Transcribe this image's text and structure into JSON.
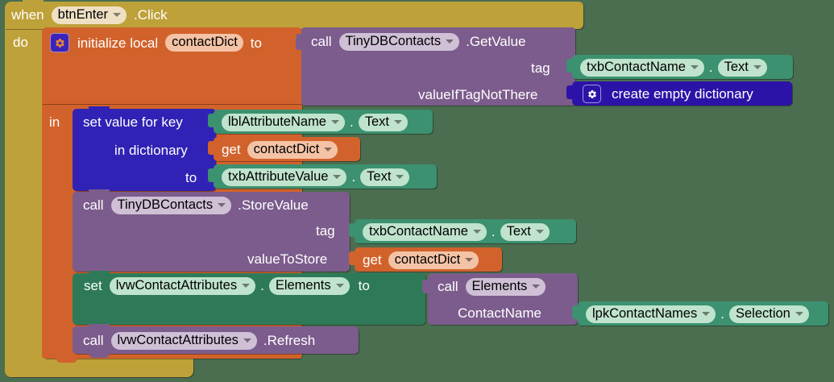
{
  "workspace": {
    "background_color": "#4a6e4f",
    "title": "MIT App Inventor blocks editor canvas"
  },
  "colors": {
    "event_gold": "#bfa13a",
    "local_orange": "#d2622b",
    "component_purple": "#7c5c8c",
    "setter_green": "#2e7a58",
    "getter_green": "#3b9170",
    "dictionary_blue": "#2c13a8",
    "variable_orange": "#d2622b"
  },
  "event_block": {
    "when_label": "when",
    "component": "btnEnter",
    "event": ".Click",
    "do_label": "do"
  },
  "init_local": {
    "gear_icon": "gear-icon",
    "text": "initialize local",
    "variable": "contactDict",
    "to_label": "to",
    "in_label": "in"
  },
  "get_value_call": {
    "call_label": "call",
    "component": "TinyDBContacts",
    "method": ".GetValue",
    "args": [
      {
        "name": "tag",
        "value_kind": "component-getter"
      },
      {
        "name": "valueIfTagNotThere",
        "value_kind": "create-empty-dictionary"
      }
    ],
    "tag_getter": {
      "component": "txbContactName",
      "dot": ".",
      "property": "Text"
    },
    "empty_dict": {
      "gear_icon": "gear-icon",
      "label": "create empty dictionary"
    }
  },
  "set_value_for_key": {
    "line1_label": "set value for key",
    "line2_label": "in dictionary",
    "line3_label": "to",
    "key_getter": {
      "component": "lblAttributeName",
      "dot": ".",
      "property": "Text"
    },
    "dict_get": {
      "get_label": "get",
      "variable": "contactDict"
    },
    "value_getter": {
      "component": "txbAttributeValue",
      "dot": ".",
      "property": "Text"
    }
  },
  "store_value_call": {
    "call_label": "call",
    "component": "TinyDBContacts",
    "method": ".StoreValue",
    "arg1_label": "tag",
    "arg2_label": "valueToStore",
    "tag_getter": {
      "component": "txbContactName",
      "dot": ".",
      "property": "Text"
    },
    "value_get": {
      "get_label": "get",
      "variable": "contactDict"
    }
  },
  "set_elements": {
    "set_label": "set",
    "component": "lvwContactAttributes",
    "dot": ".",
    "property": "Elements",
    "to_label": "to"
  },
  "elements_procedure_call": {
    "call_label": "call",
    "procedure": "Elements",
    "param_label": "ContactName",
    "arg_getter": {
      "component": "lpkContactNames",
      "dot": ".",
      "property": "Selection"
    }
  },
  "refresh_call": {
    "call_label": "call",
    "component": "lvwContactAttributes",
    "method": ".Refresh"
  }
}
